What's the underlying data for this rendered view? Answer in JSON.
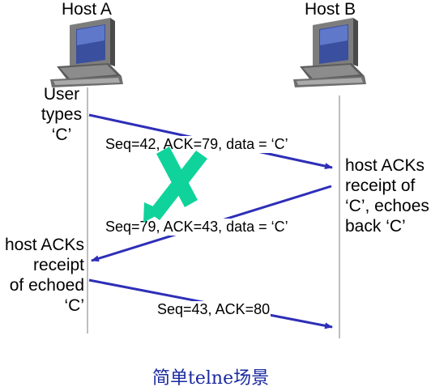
{
  "hosts": {
    "a": {
      "label": "Host A"
    },
    "b": {
      "label": "Host B"
    }
  },
  "notes": {
    "user_types": [
      "User",
      "types",
      "‘C’"
    ],
    "host_b_acks": [
      "host ACKs",
      "receipt of",
      "‘C’, echoes",
      "back ‘C’"
    ],
    "host_a_acks": [
      "host ACKs",
      "receipt",
      "of echoed",
      "‘C’"
    ]
  },
  "messages": [
    {
      "label": "Seq=42, ACK=79, data = ‘C’",
      "from": "Host A",
      "to": "Host B",
      "lost": true
    },
    {
      "label": "Seq=79, ACK=43, data = ‘C’",
      "from": "Host B",
      "to": "Host A",
      "lost": false
    },
    {
      "label": "Seq=43, ACK=80",
      "from": "Host A",
      "to": "Host B",
      "lost": false
    }
  ],
  "caption": "简单telne场景",
  "colors": {
    "arrow": "#2e2eb8",
    "loss_mark": "#0fd39a",
    "timeline": "#a8a8a8",
    "caption": "#1a2a9e"
  }
}
